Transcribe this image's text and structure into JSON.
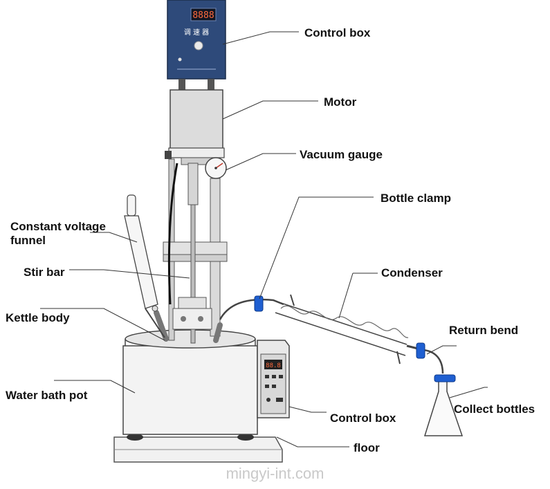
{
  "labels": {
    "control_box_top": "Control box",
    "motor": "Motor",
    "vacuum_gauge": "Vacuum gauge",
    "bottle_clamp": "Bottle clamp",
    "constant_voltage_funnel": "Constant voltage funnel",
    "condenser": "Condenser",
    "stir_bar": "Stir bar",
    "kettle_body": "Kettle body",
    "return_bend": "Return bend",
    "water_bath_pot": "Water bath pot",
    "collect_bottles": "Collect bottles",
    "control_box_bottom": "Control box",
    "floor": "floor"
  },
  "device": {
    "top_display": "8888",
    "top_panel_text": "调 速 器",
    "side_display": "88.8"
  },
  "watermark": "mingyi-int.com",
  "colors": {
    "control_box_top": "#2e4a7a",
    "clamp_blue": "#1f5fd1",
    "line": "#333333"
  }
}
